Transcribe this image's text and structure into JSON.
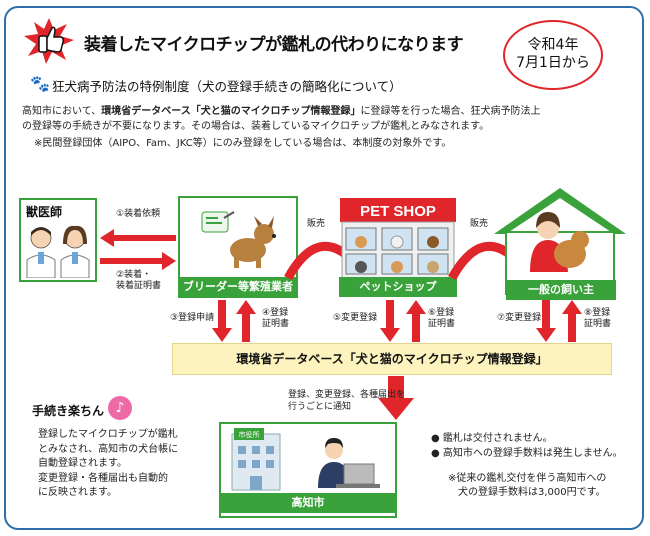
{
  "header": {
    "title": "装着したマイクロチップが鑑札の代わりになります",
    "badge_line1": "令和4年",
    "badge_line2": "7月1日から",
    "subtitle": "狂犬病予防法の特例制度（犬の登録手続きの簡略化について）"
  },
  "intro": {
    "line1_prefix": "高知市において、",
    "line1_bold": "環境省データベース「犬と猫のマイクロチップ情報登録」",
    "line1_suffix": "に登録等を行った場合、狂犬病予防法上",
    "line2": "の登録等の手続きが不要になります。その場合は、装着しているマイクロチップが鑑札とみなされます。",
    "note": "※民間登録団体（AIPO、Fam、JKC等）にのみ登録をしている場合は、本制度の対象外です。"
  },
  "flow": {
    "vet_label": "獣医師",
    "step1": "①装着依頼",
    "step2_l1": "②装着・",
    "step2_l2": "装着証明書",
    "breeder_label": "ブリーダー等繁殖業者",
    "sale1": "販売",
    "petshop_sign": "PET SHOP",
    "petshop_label": "ペットショップ",
    "sale2": "販売",
    "owner_label": "一般の飼い主",
    "step3": "③登録申請",
    "step4_l1": "④登録",
    "step4_l2": "証明書",
    "step5": "⑤変更登録",
    "step6_l1": "⑥登録",
    "step6_l2": "証明書",
    "step7": "⑦変更登録",
    "step8_l1": "⑧登録",
    "step8_l2": "証明書",
    "database": "環境省データベース「犬と猫のマイクロチップ情報登録」",
    "notify_l1": "登録、変更登録、各種届出を",
    "notify_l2": "行うごとに通知",
    "city_sign": "市役所",
    "city_label": "高知市"
  },
  "easy": {
    "title": "手続き楽ちん",
    "lines": [
      "登録したマイクロチップが鑑札",
      "とみなされ、高知市の犬台帳に",
      "自動登録されます。",
      "変更登録・各種届出も自動的",
      "に反映されます。"
    ]
  },
  "bullets": {
    "b1": "鑑札は交付されません。",
    "b2": "高知市への登録手数料は発生しません。",
    "note_l1": "※従来の鑑札交付を伴う高知市への",
    "note_l2": "犬の登録手数料は3,000円です。"
  },
  "colors": {
    "accent_green": "#3aa23a",
    "arrow_red": "#e0262b",
    "frame_blue": "#2f6fa8",
    "db_yellow": "#fcf3bf"
  }
}
